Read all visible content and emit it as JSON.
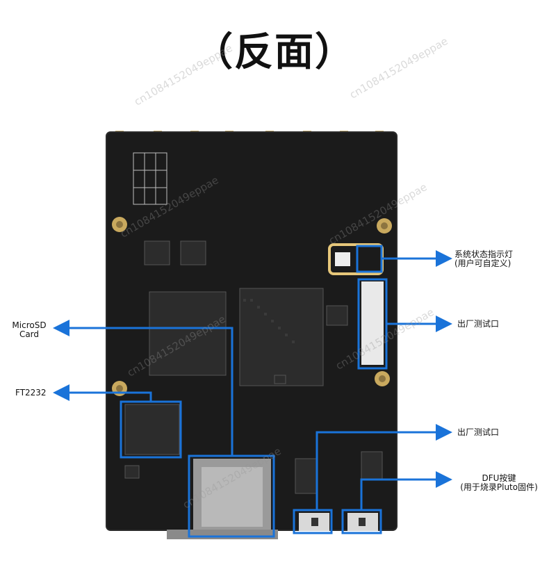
{
  "title": "（反面）",
  "watermark": "cn1084152049eppae",
  "labels": {
    "status_led": "系统状态指示灯",
    "status_led_sub": "(用户可自定义)",
    "factory_test_1": "出厂测试口",
    "factory_test_2": "出厂测试口",
    "dfu": "DFU按键",
    "dfu_sub": "(用于烧录Pluto固件)",
    "microsd_line1": "MicroSD",
    "microsd_line2": "Card",
    "ft2232": "FT2232"
  },
  "colors": {
    "annotation_blue": "#1a73d9",
    "led_ring": "#e6c77a",
    "pcb": "#1b1b1b"
  }
}
